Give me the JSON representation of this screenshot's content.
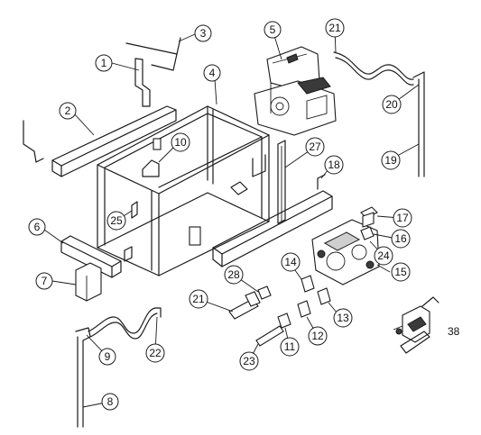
{
  "callouts": {
    "c1": "1",
    "c2": "2",
    "c3": "3",
    "c4": "4",
    "c5": "5",
    "c6": "6",
    "c7": "7",
    "c8": "8",
    "c9": "9",
    "c10": "10",
    "c11": "11",
    "c12": "12",
    "c13": "13",
    "c14": "14",
    "c15": "15",
    "c16": "16",
    "c17": "17",
    "c18": "18",
    "c19": "19",
    "c20": "20",
    "c21a": "21",
    "c21b": "21",
    "c22": "22",
    "c23": "23",
    "c24": "24",
    "c25": "25",
    "c27": "27",
    "c28": "28"
  },
  "label_38": "38"
}
